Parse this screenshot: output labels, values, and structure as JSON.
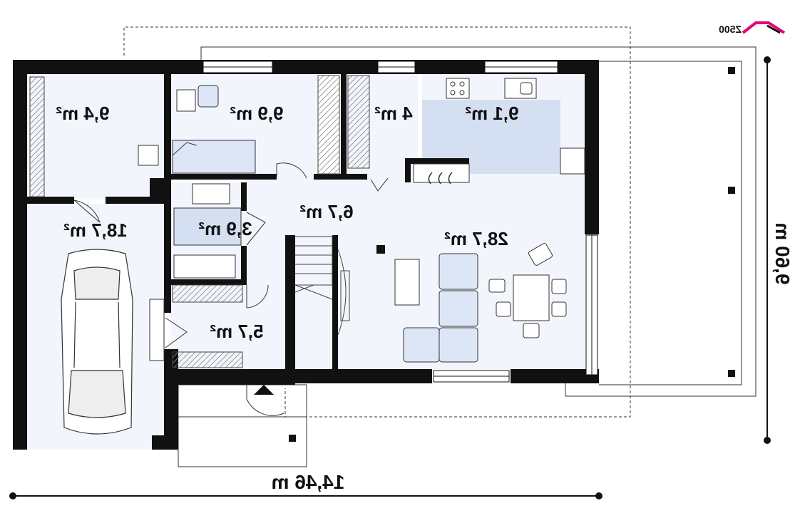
{
  "brand": {
    "logo_text": "Z500",
    "accent_color": "#e5007d"
  },
  "colors": {
    "room_fill": "#f3f5fc",
    "kitchen_fill": "#d5dff2",
    "wall": "#111111",
    "furniture_fill": "#dde6f6"
  },
  "rooms": [
    {
      "id": "room-nw",
      "area": "9,4 m²"
    },
    {
      "id": "room-bedroom",
      "area": "9,9 m²"
    },
    {
      "id": "room-pantry",
      "area": "4 m²"
    },
    {
      "id": "room-kitchen",
      "area": "9,1 m²"
    },
    {
      "id": "room-garage",
      "area": "18,7 m²"
    },
    {
      "id": "room-bathroom",
      "area": "3,9 m²"
    },
    {
      "id": "room-hall",
      "area": "6,7 m²"
    },
    {
      "id": "room-living",
      "area": "28,7 m²"
    },
    {
      "id": "room-vestibule",
      "area": "5,7 m²"
    }
  ],
  "dimensions": {
    "width": "14,46 m",
    "depth": "9,60 m"
  }
}
